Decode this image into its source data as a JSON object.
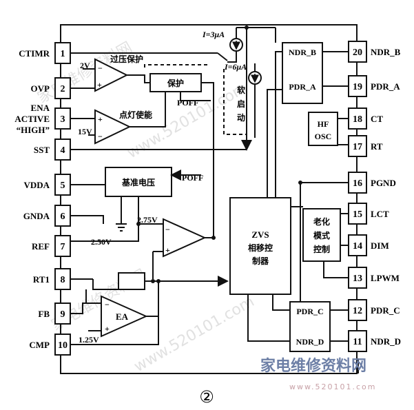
{
  "left_pins": [
    {
      "num": "1",
      "name": "CTIMR"
    },
    {
      "num": "2",
      "name": "OVP"
    },
    {
      "num": "3",
      "name": "ENA|ACTIVE|“HIGH”"
    },
    {
      "num": "4",
      "name": "SST"
    },
    {
      "num": "5",
      "name": "VDDA"
    },
    {
      "num": "6",
      "name": "GNDA"
    },
    {
      "num": "7",
      "name": "REF"
    },
    {
      "num": "8",
      "name": "RT1"
    },
    {
      "num": "9",
      "name": "FB"
    },
    {
      "num": "10",
      "name": "CMP"
    }
  ],
  "right_pins": [
    {
      "num": "20",
      "name": "NDR_B"
    },
    {
      "num": "19",
      "name": "PDR_A"
    },
    {
      "num": "18",
      "name": "CT"
    },
    {
      "num": "17",
      "name": "RT"
    },
    {
      "num": "16",
      "name": "PGND"
    },
    {
      "num": "15",
      "name": "LCT"
    },
    {
      "num": "14",
      "name": "DIM"
    },
    {
      "num": "13",
      "name": "LPWM"
    },
    {
      "num": "12",
      "name": "PDR_C"
    },
    {
      "num": "11",
      "name": "NDR_D"
    }
  ],
  "blocks": {
    "protect": "保护",
    "ref_voltage": "基准电压",
    "zvs_line1": "ZVS",
    "zvs_line2": "相移控",
    "zvs_line3": "制器",
    "ndr_b": "NDR_B",
    "pdr_a": "PDR_A",
    "pdr_c": "PDR_C",
    "ndr_d": "NDR_D",
    "hf_osc_1": "HF",
    "hf_osc_2": "OSC",
    "aging_1": "老化",
    "aging_2": "模式",
    "aging_3": "控制",
    "ea": "EA"
  },
  "labels": {
    "ovp_protect": "过压保护",
    "light_enable": "点灯使能",
    "soft_start_1": "软",
    "soft_start_2": "启",
    "soft_start_3": "动",
    "poff_1": "POFF",
    "poff_2": "POFF",
    "v2": "2V",
    "v15": "15V",
    "v275": "2.75V",
    "v250": "2.50V",
    "v125": "1.25V",
    "i3": "I=3μA",
    "i6": "I=6μA",
    "figure_num": "②"
  },
  "watermarks": {
    "site_cn": "家电维修资料网",
    "site_url": "www.520101.com",
    "site_url_small": "www.520101.com"
  }
}
